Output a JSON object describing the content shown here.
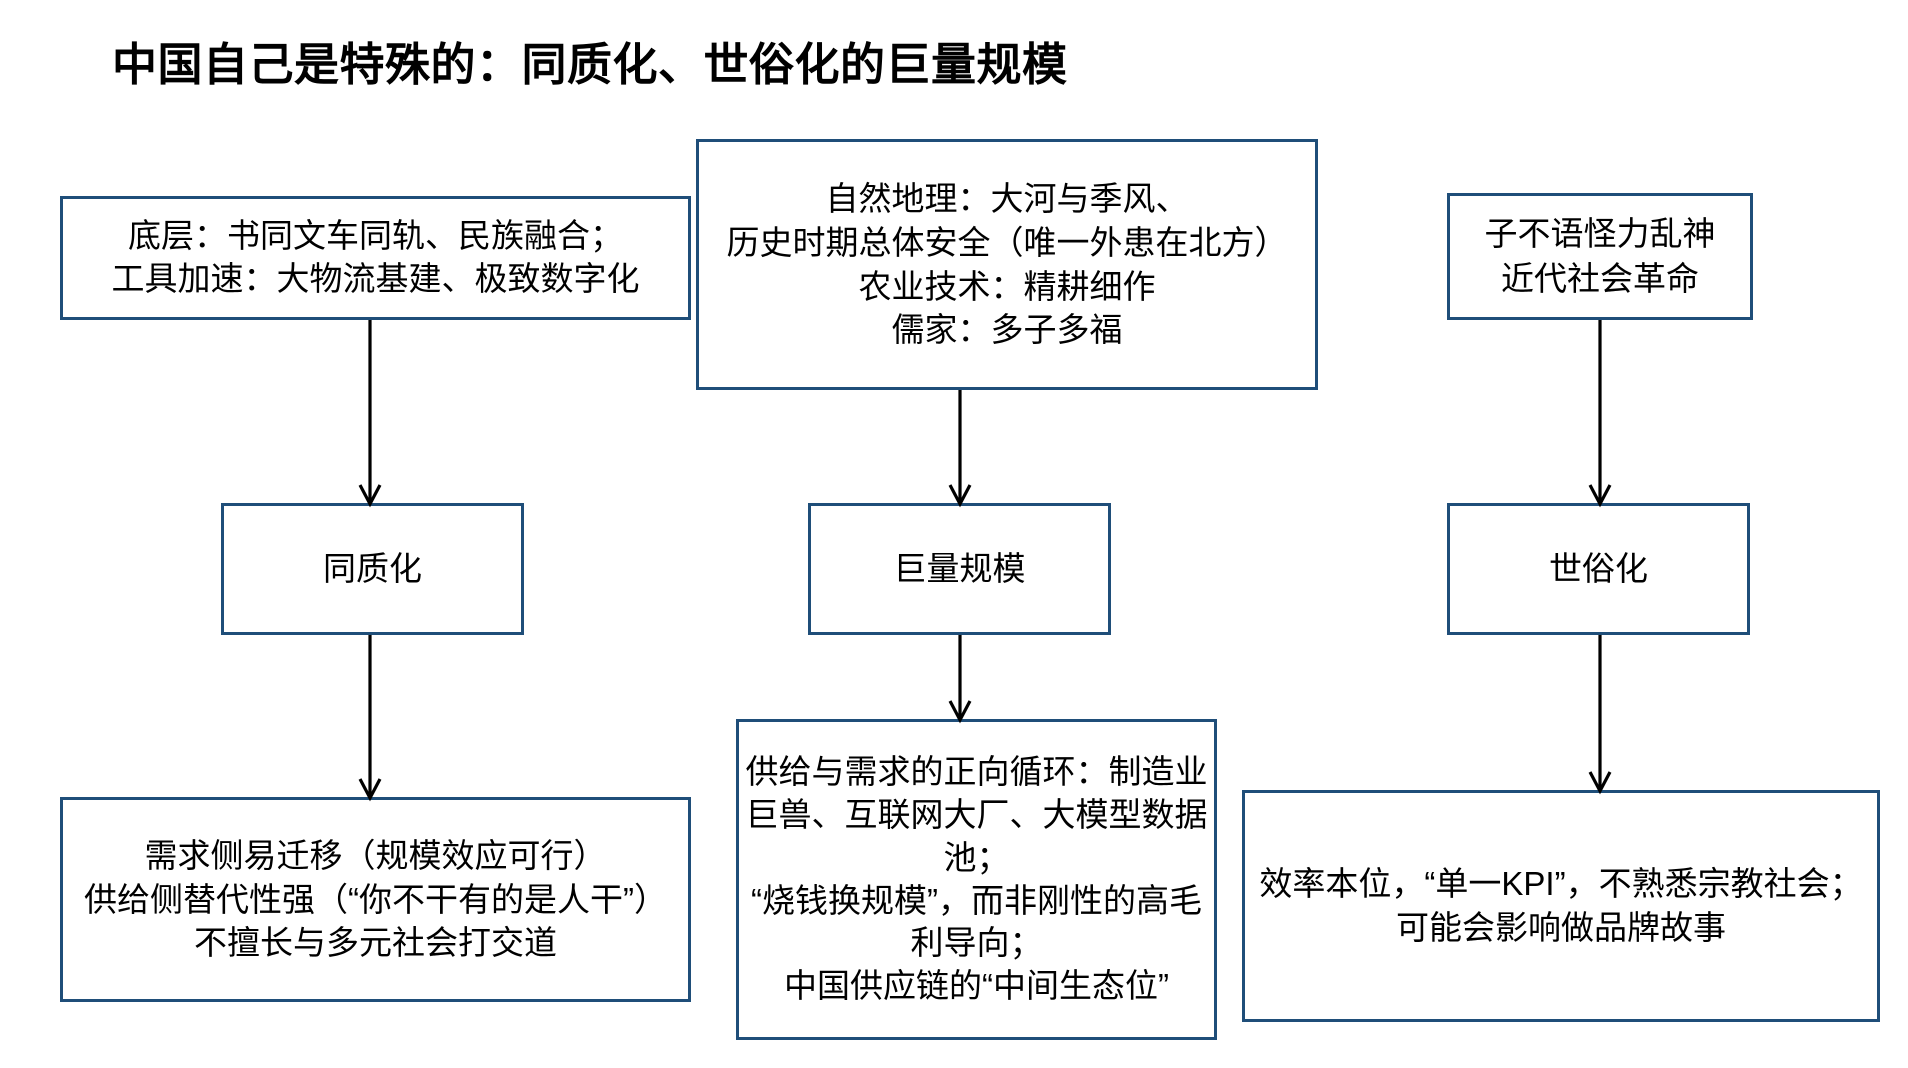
{
  "slide": {
    "title": "中国自己是特殊的：同质化、世俗化的巨量规模",
    "accent_color": "#1F4E79",
    "line_color": "#000000",
    "background_color": "#FFFFFF",
    "text_color": "#000000"
  },
  "nodes": {
    "foundation": {
      "id": "box-foundation",
      "text": "底层：书同文车同轨、民族融合；\n工具加速：大物流基建、极致数字化",
      "lines": [
        "底层：书同文车同轨、民族融合；",
        "工具加速：大物流基建、极致数字化"
      ]
    },
    "geography": {
      "id": "box-geography",
      "text": "自然地理：大河与季风、\n历史时期总体安全（唯一外患在北方）\n农业技术：精耕细作\n儒家：多子多福",
      "lines": [
        "自然地理：大河与季风、",
        "历史时期总体安全（唯一外患在北方）",
        "农业技术：精耕细作",
        "儒家：多子多福"
      ]
    },
    "secular_roots": {
      "id": "box-secular-roots",
      "text": "子不语怪力乱神\n近代社会革命",
      "lines": [
        "子不语怪力乱神",
        "近代社会革命"
      ]
    },
    "homogenization": {
      "id": "box-homogenization",
      "text": "同质化"
    },
    "huge_scale": {
      "id": "box-huge-scale",
      "text": "巨量规模"
    },
    "secularization": {
      "id": "box-secularization",
      "text": "世俗化"
    },
    "homogenization_effects": {
      "id": "box-homog-effects",
      "text": "需求侧易迁移（规模效应可行）\n供给侧替代性强（“你不干有的是人干”）\n不擅长与多元社会打交道",
      "lines": [
        "需求侧易迁移（规模效应可行）",
        "供给侧替代性强（“你不干有的是人干”）",
        "不擅长与多元社会打交道"
      ]
    },
    "huge_scale_effects": {
      "id": "box-scale-effects",
      "text": "供给与需求的正向循环：制造业巨兽、互联网大厂、大模型数据池；\n“烧钱换规模”，而非刚性的高毛利导向；\n中国供应链的“中间生态位”",
      "lines": [
        "供给与需求的正向循环：制",
        "造业巨兽、互联网大厂、大",
        "模型数据池；",
        "“烧钱换规模”，而非刚性的",
        "高毛利导向；",
        "中国供应链的“中间生态位”"
      ]
    },
    "secularization_effects": {
      "id": "box-secular-effects",
      "text": "效率本位，“单一KPI”，不熟悉宗教社会；\n可能会影响做品牌故事",
      "lines": [
        "效率本位，“单一KPI”，不熟悉宗教社会；",
        "可能会影响做品牌故事"
      ]
    }
  },
  "connectors": [
    {
      "name": "foundation-to-homogenization",
      "from": "foundation",
      "to": "homogenization",
      "style": "straight-down-arrow"
    },
    {
      "name": "geography-to-huge-scale",
      "from": "geography",
      "to": "huge_scale",
      "style": "straight-down-arrow"
    },
    {
      "name": "secular-roots-to-secularization",
      "from": "secular_roots",
      "to": "secularization",
      "style": "straight-down-arrow"
    },
    {
      "name": "homogenization-to-effects",
      "from": "homogenization",
      "to": "homogenization_effects",
      "style": "straight-down-arrow"
    },
    {
      "name": "huge-scale-to-effects",
      "from": "huge_scale",
      "to": "huge_scale_effects",
      "style": "straight-down-arrow"
    },
    {
      "name": "secularization-to-effects",
      "from": "secularization",
      "to": "secularization_effects",
      "style": "straight-down-arrow"
    }
  ]
}
